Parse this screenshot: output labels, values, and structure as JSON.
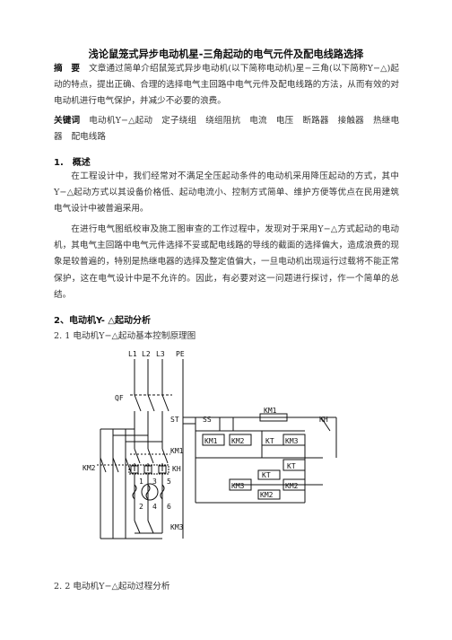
{
  "title": "浅论鼠笼式异步电动机星-三角起动的电气元件及配电线路选择",
  "abstract": {
    "label": "摘　要",
    "text": "文章通过简单介绍鼠笼式异步电动机(以下简称电动机)星−三角(以下简称Y−△)起动的特点，提出正确、合理的选择电气主回路中电气元件及配电线路的方法，从而有效的对电动机进行电气保护，并减少不必要的浪费。"
  },
  "keywords": {
    "label": "关键词",
    "items": [
      "电动机Y−△起动",
      "定子绕组",
      "绕组阻抗",
      "电流",
      "电压",
      "断路器",
      "接触器",
      "热继电器",
      "配电线路"
    ]
  },
  "section1": {
    "heading": "1.　概述",
    "p1": "在工程设计中，我们经常对不满足全压起动条件的电动机采用降压起动的方式，其中Y−△起动方式以其设备价格低、起动电流小、控制方式简单、维护方便等优点在民用建筑电气设计中被普遍采用。",
    "p2": "在进行电气图纸校审及施工图审查的工作过程中，发现对于采用Y−△方式起动的电动机，其电气主回路中电气元件选择不妥或配电线路的导线的截面的选择偏大，造成浪费的现象是较普遍的，特别是热继电器的选择及整定值偏大，一旦电动机出现运行过载将不能正常保护，这在电气设计中是不允许的。因此，有必要对这一问题进行探讨，作一个简单的总结。"
  },
  "section2": {
    "heading": "2、电动机Y- △起动分析",
    "sub1": "2. 1  电动机Y−△起动基本控制原理图",
    "sub2": "2.  2 电动机Y−△起动过程分析"
  },
  "diagram": {
    "phases": [
      "L1",
      "L2",
      "L3",
      "PE"
    ],
    "qf": "QF",
    "st": "ST",
    "ss": "SS",
    "km1": "KM1",
    "km2": "KM2",
    "km3": "KM3",
    "kh": "KH",
    "kt": "KT",
    "terminals": [
      "1",
      "3",
      "5",
      "2",
      "4",
      "6"
    ]
  }
}
